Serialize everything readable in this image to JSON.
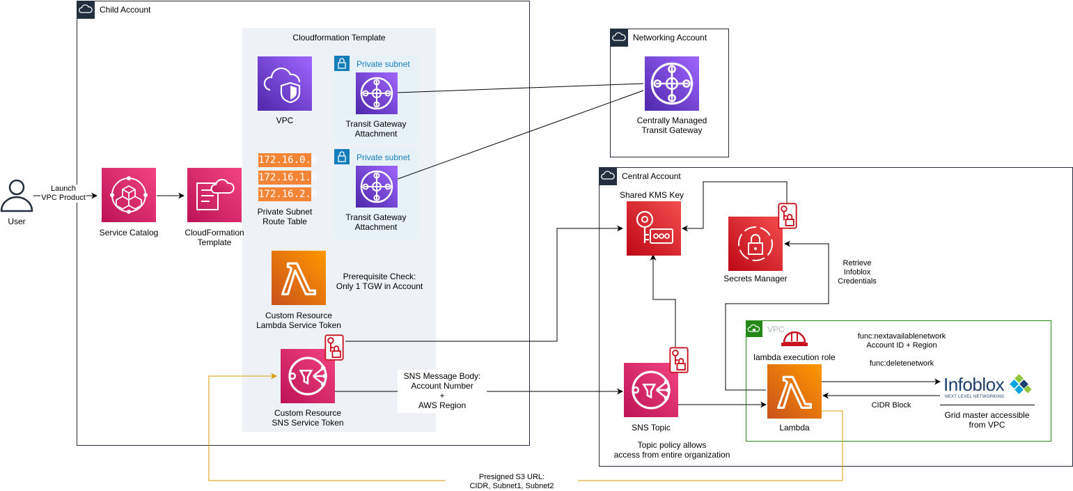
{
  "accounts": {
    "child": "Child Account",
    "networking": "Networking Account",
    "central": "Central Account"
  },
  "cfn_group": {
    "title": "Cloudformation Template"
  },
  "subnets": {
    "subnet1": "Private subnet",
    "subnet2": "Private subnet"
  },
  "vpc_group": {
    "title": "VPC"
  },
  "nodes": {
    "user": "User",
    "service_catalog": "Service Catalog",
    "cloudformation": [
      "CloudFormation",
      "Template"
    ],
    "vpc": "VPC",
    "tgw_attachment_1": [
      "Transit Gateway",
      "Attachment"
    ],
    "tgw_attachment_2": [
      "Transit Gateway",
      "Attachment"
    ],
    "route_table": [
      "Private Subnet",
      "Route Table"
    ],
    "lambda_custom": [
      "Custom Resource",
      "Lambda Service Token"
    ],
    "sns_custom": [
      "Custom Resource",
      "SNS Service Token"
    ],
    "central_tgw": [
      "Centrally Managed",
      "Transit Gateway"
    ],
    "kms": "Shared KMS Key",
    "secrets": "Secrets Manager",
    "sns_topic": "SNS Topic",
    "exec_role": "lambda execution role",
    "lambda": "Lambda",
    "infoblox_word": "Infoblox",
    "infoblox_tag": "NEXT LEVEL NETWORKING",
    "grid_master": [
      "Grid master accessible",
      "from VPC"
    ]
  },
  "routes": [
    "172.16.0.0",
    "172.16.1.0",
    "172.16.2.0"
  ],
  "edge_labels": {
    "launch": [
      "Launch",
      "VPC Product"
    ],
    "prereq": [
      "Prerequisite Check:",
      "Only 1 TGW in Account"
    ],
    "sns_body": [
      "SNS Message Body:",
      "Account Number",
      "+",
      "AWS Region"
    ],
    "retrieve": [
      "Retrieve",
      "Infoblox",
      "Credentials"
    ],
    "func_next": [
      "func:nextavailablenetwork",
      "Account ID + Region"
    ],
    "func_delete": "func:deletenetwork",
    "cidr_block": "CIDR Block",
    "topic_policy": [
      "Topic policy allows",
      "access from entire organization"
    ],
    "presigned": [
      "Presigned S3 URL:",
      "CIDR, Subnet1, Subnet2"
    ]
  },
  "colors": {
    "purple_dark": "#4d27aa",
    "purple_light": "#a166ff",
    "pink_dark": "#bc1356",
    "pink_light": "#f34482",
    "red_dark": "#bd0816",
    "red_light": "#f34e4f",
    "orange_dark": "#c8511b",
    "orange_light": "#ff9900",
    "account_border": "#232f3e",
    "subnet_blue": "#147eba",
    "vpc_green": "#248814",
    "presigned_line": "#d79b00"
  },
  "icons": {
    "account": "cloud-icon",
    "subnet": "lock-icon",
    "vpc": "vpc-shield-icon",
    "tgw": "transit-gateway-icon",
    "service_catalog": "service-catalog-icon",
    "cloudformation": "cloudformation-icon",
    "lambda": "lambda-icon",
    "sns": "sns-icon",
    "kms": "kms-key-icon",
    "secrets": "secrets-manager-icon",
    "key_lock": "key-lock-icon",
    "role": "hard-hat-icon",
    "user": "user-icon",
    "infoblox": "infoblox-logo"
  }
}
